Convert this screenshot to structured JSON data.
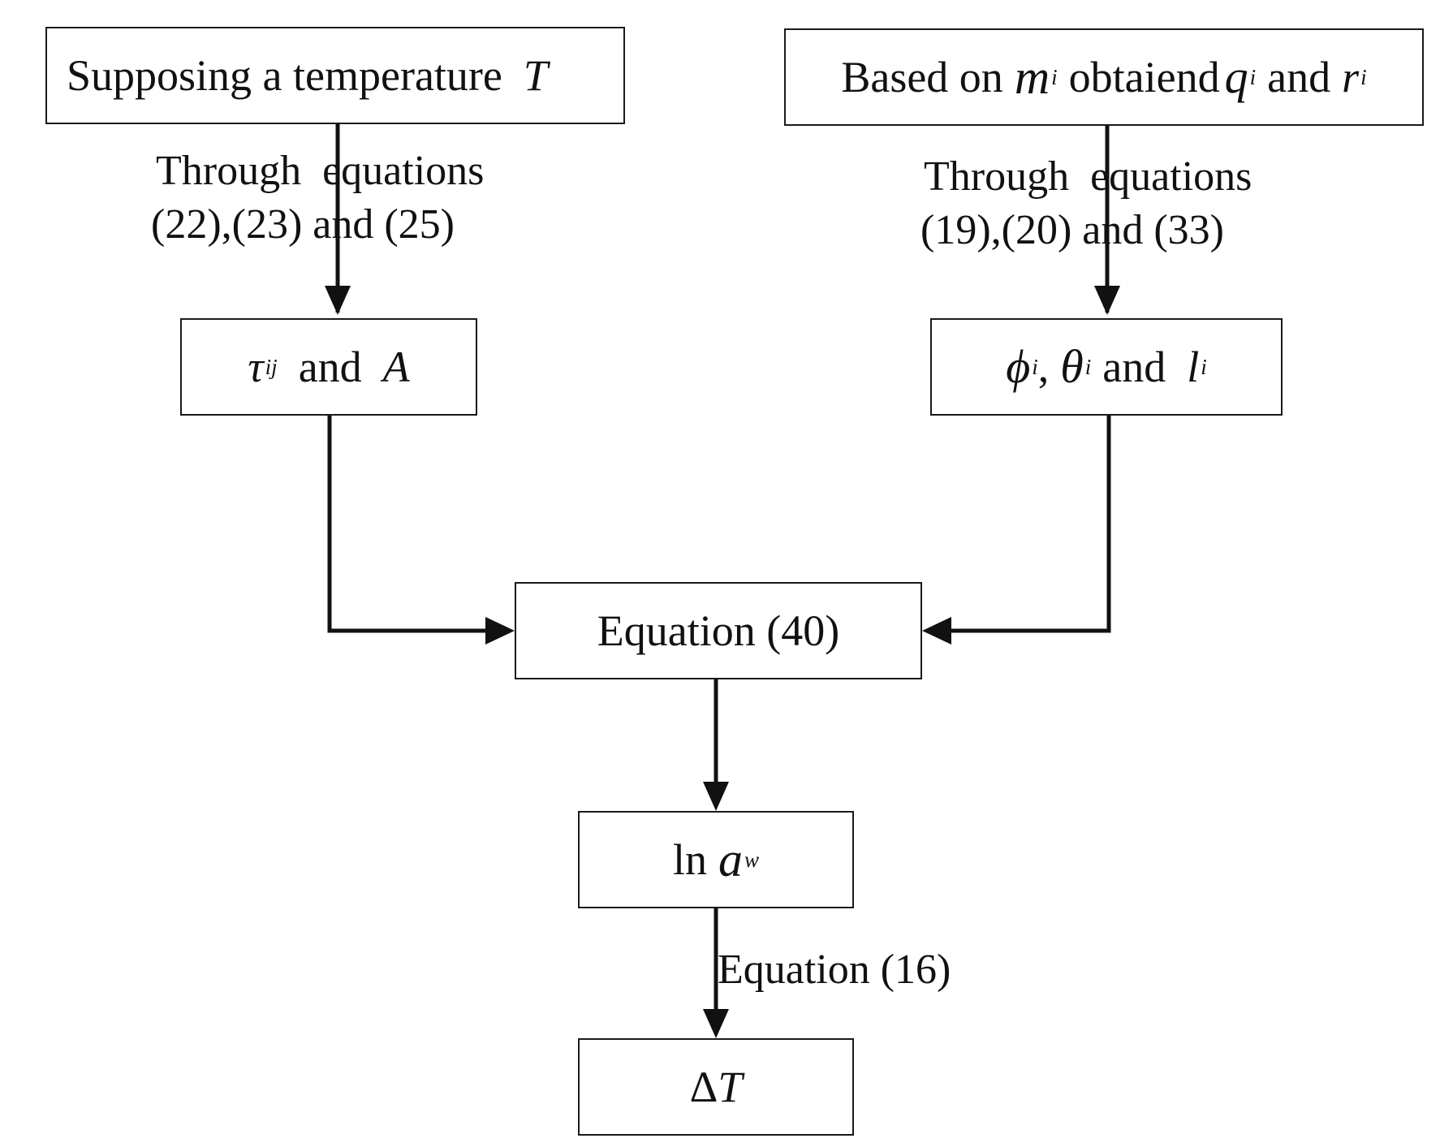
{
  "boxes": {
    "top_left": {
      "text": "Supposing a temperature",
      "var": "T"
    },
    "top_right": {
      "prefix": "Based on",
      "m": "m",
      "m_sub": "i",
      "middle": "obtaiend",
      "q": "q",
      "q_sub": "i",
      "and": "and",
      "r": "r",
      "r_sub": "i"
    },
    "mid_left": {
      "tau": "τ",
      "tau_sub": "ij",
      "and": "and",
      "A": "A"
    },
    "mid_right": {
      "phi": "ϕ",
      "phi_sub": "i",
      "comma": ",",
      "theta": "θ",
      "theta_sub": "i",
      "and": "and",
      "l": "l",
      "l_sub": "i"
    },
    "center": {
      "text": "Equation (40)"
    },
    "ln_aw": {
      "ln": "ln",
      "a": "a",
      "a_sub": "w"
    },
    "delta_t": {
      "delta": "Δ",
      "T": "T"
    }
  },
  "labels": {
    "left_line1": "Through  equations",
    "left_line2": "(22),(23) and (25)",
    "right_line1": "Through  equations",
    "right_line2": "(19),(20) and (33)",
    "bottom": "Equation (16)"
  },
  "colors": {
    "line": "#111111",
    "box_border": "#1a1a1a",
    "text": "#111111",
    "background": "#ffffff"
  }
}
